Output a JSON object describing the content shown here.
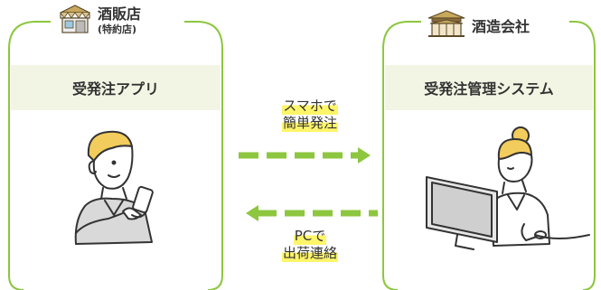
{
  "left_panel": {
    "title": "酒販店",
    "subtitle": "(特約店)",
    "app_label": "受発注アプリ",
    "icon": "shop-icon",
    "person": "man-with-smartphone"
  },
  "right_panel": {
    "title": "酒造会社",
    "app_label": "受発注管理システム",
    "icon": "brewery-icon",
    "person": "woman-at-computer"
  },
  "flows": {
    "to_brewery": {
      "line1": "スマホで",
      "line2": "簡単発注",
      "direction": "right"
    },
    "to_shop": {
      "line1": "PCで",
      "line2": "出荷連絡",
      "direction": "left"
    }
  },
  "colors": {
    "frame": "#8dc63f",
    "arrow": "#8dc63f",
    "box_fill": "#f3f5e4",
    "highlight": "#fff56a",
    "line": "#333333"
  }
}
